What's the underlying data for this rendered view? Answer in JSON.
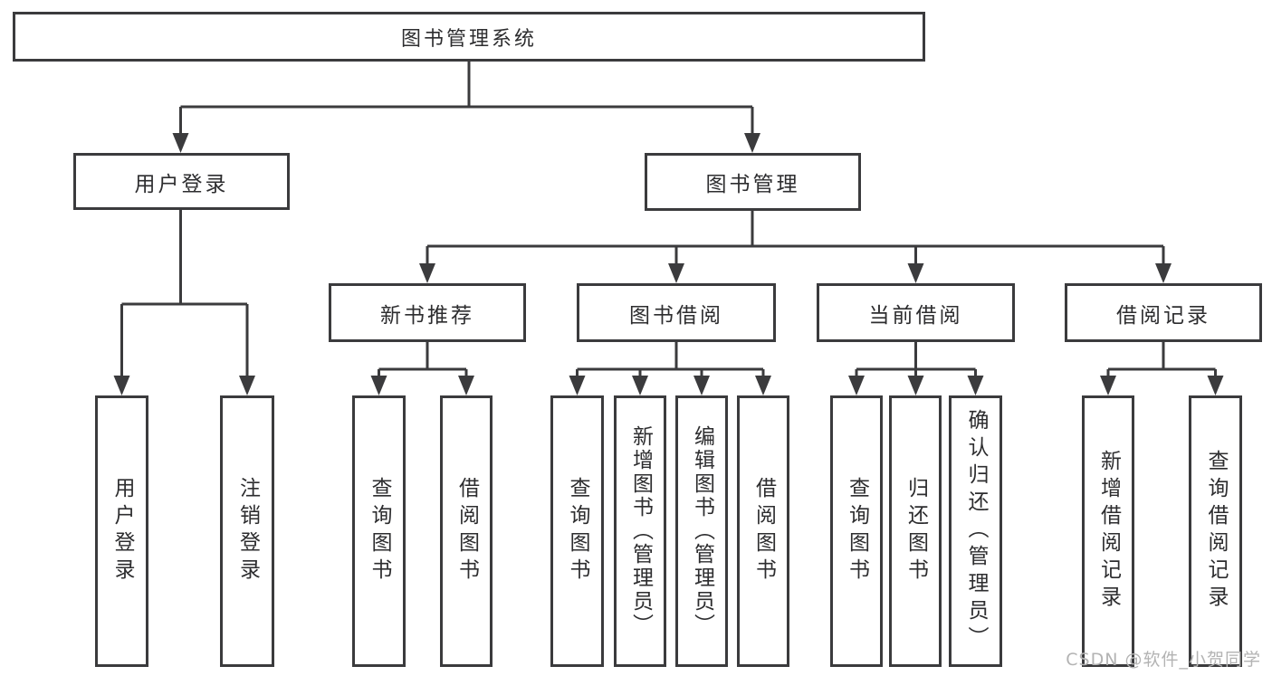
{
  "tree": {
    "root": {
      "label": "图书管理系统"
    },
    "branches": [
      {
        "label": "用户登录",
        "leaves": [
          {
            "label": "用户登录"
          },
          {
            "label": "注销登录"
          }
        ]
      },
      {
        "label": "图书管理",
        "sections": [
          {
            "label": "新书推荐",
            "leaves": [
              {
                "label": "查询图书"
              },
              {
                "label": "借阅图书"
              }
            ]
          },
          {
            "label": "图书借阅",
            "leaves": [
              {
                "label": "查询图书"
              },
              {
                "label": "新增图书（管理员）"
              },
              {
                "label": "编辑图书（管理员）"
              },
              {
                "label": "借阅图书"
              }
            ]
          },
          {
            "label": "当前借阅",
            "leaves": [
              {
                "label": "查询图书"
              },
              {
                "label": "归还图书"
              },
              {
                "label": "确认归还（管理员）"
              }
            ]
          },
          {
            "label": "借阅记录",
            "leaves": [
              {
                "label": "新增借阅记录"
              },
              {
                "label": "查询借阅记录"
              }
            ]
          }
        ]
      }
    ]
  },
  "watermark": {
    "text": "CSDN @软件_小贺同学"
  },
  "colors": {
    "line": "#3b3b3d",
    "text": "#2d2d2f",
    "watermark": "#b3b3b3",
    "background": "#ffffff"
  }
}
